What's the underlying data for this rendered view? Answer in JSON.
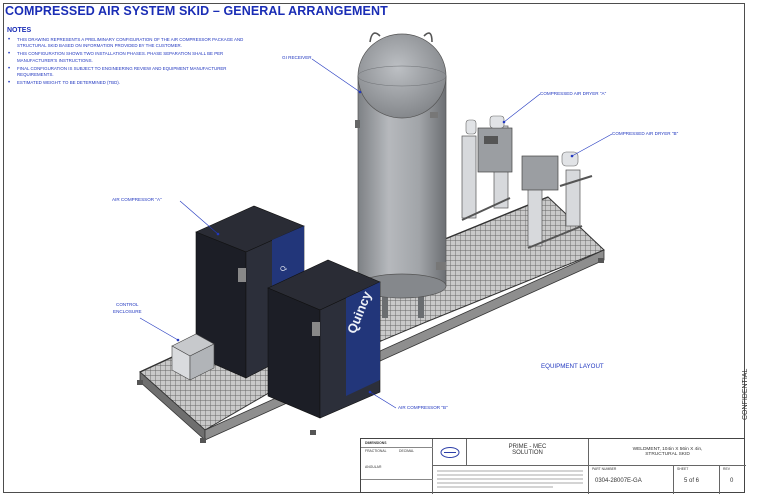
{
  "title": "COMPRESSED AIR SYSTEM SKID – GENERAL ARRANGEMENT",
  "notes": {
    "heading": "NOTES",
    "items": [
      "THIS DRAWING REPRESENTS A PRELIMINARY CONFIGURATION OF THE AIR COMPRESSOR PACKAGE AND STRUCTURAL SKID BASED ON INFORMATION PROVIDED BY THE CUSTOMER.",
      "THIS CONFIGURATION SHOWS TWO INSTALLATION PHASES. PHASE SEPARATION SHALL BE PER MANUFACTURER'S INSTRUCTIONS.",
      "FINAL CONFIGURATION IS SUBJECT TO ENGINEERING REVIEW AND EQUIPMENT MANUFACTURER REQUIREMENTS.",
      "ESTIMATED WEIGHT: TO BE DETERMINED (TBD)."
    ]
  },
  "callouts": {
    "receiver": "GI RECEIVER",
    "dryer_a": "COMPRESSED AIR DRYER \"A\"",
    "dryer_b": "COMPRESSED AIR DRYER \"B\"",
    "compressor_a": "AIR COMPRESSOR \"A\"",
    "control_line1": "CONTROL",
    "control_line2": "ENCLOSURE",
    "compressor_b": "AIR COMPRESSOR \"B\""
  },
  "brand": "Quincy",
  "equipment_layout": "EQUIPMENT LAYOUT",
  "side_label": "CONFIDENTIAL",
  "title_block": {
    "company_line1": "PRIME - MEC",
    "company_line2": "SOLUTION",
    "description_line1": "WELDMENT, 104in X 56in X 4in,",
    "description_line2": "STRUCTURAL SKID",
    "part_number_label": "PART NUMBER",
    "part_number": "0304-28007E-GA",
    "sheet_label": "SHEET",
    "sheet": "5 of 6",
    "rev_label": "REV",
    "rev": "0",
    "dims_header": "DIMENSIONS",
    "fractional": "FRACTIONAL",
    "decimal": "DECIMAL",
    "angular": "ANGULAR"
  },
  "colors": {
    "annotation_blue": "#2238c0",
    "title_blue": "#1a2db5",
    "compressor_panel": "#1c1e26",
    "compressor_brand_panel": "#22367a",
    "tank_gray": "#a4a7ab"
  }
}
